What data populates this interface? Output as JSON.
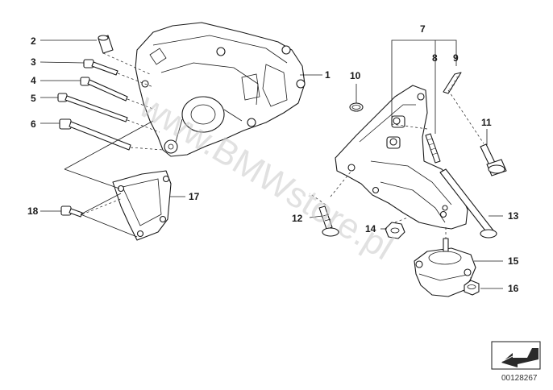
{
  "diagram": {
    "callouts": [
      "1",
      "2",
      "3",
      "4",
      "5",
      "6",
      "7",
      "8",
      "9",
      "10",
      "11",
      "12",
      "13",
      "14",
      "15",
      "16",
      "17",
      "18"
    ],
    "watermark": "www.BMWstore.pl",
    "drawing_code": "00128267",
    "colors": {
      "ink": "#1a1a1a",
      "watermark": "#c8c8c8",
      "background": "#ffffff"
    },
    "icons": {
      "nav": "arrow-icon"
    }
  }
}
